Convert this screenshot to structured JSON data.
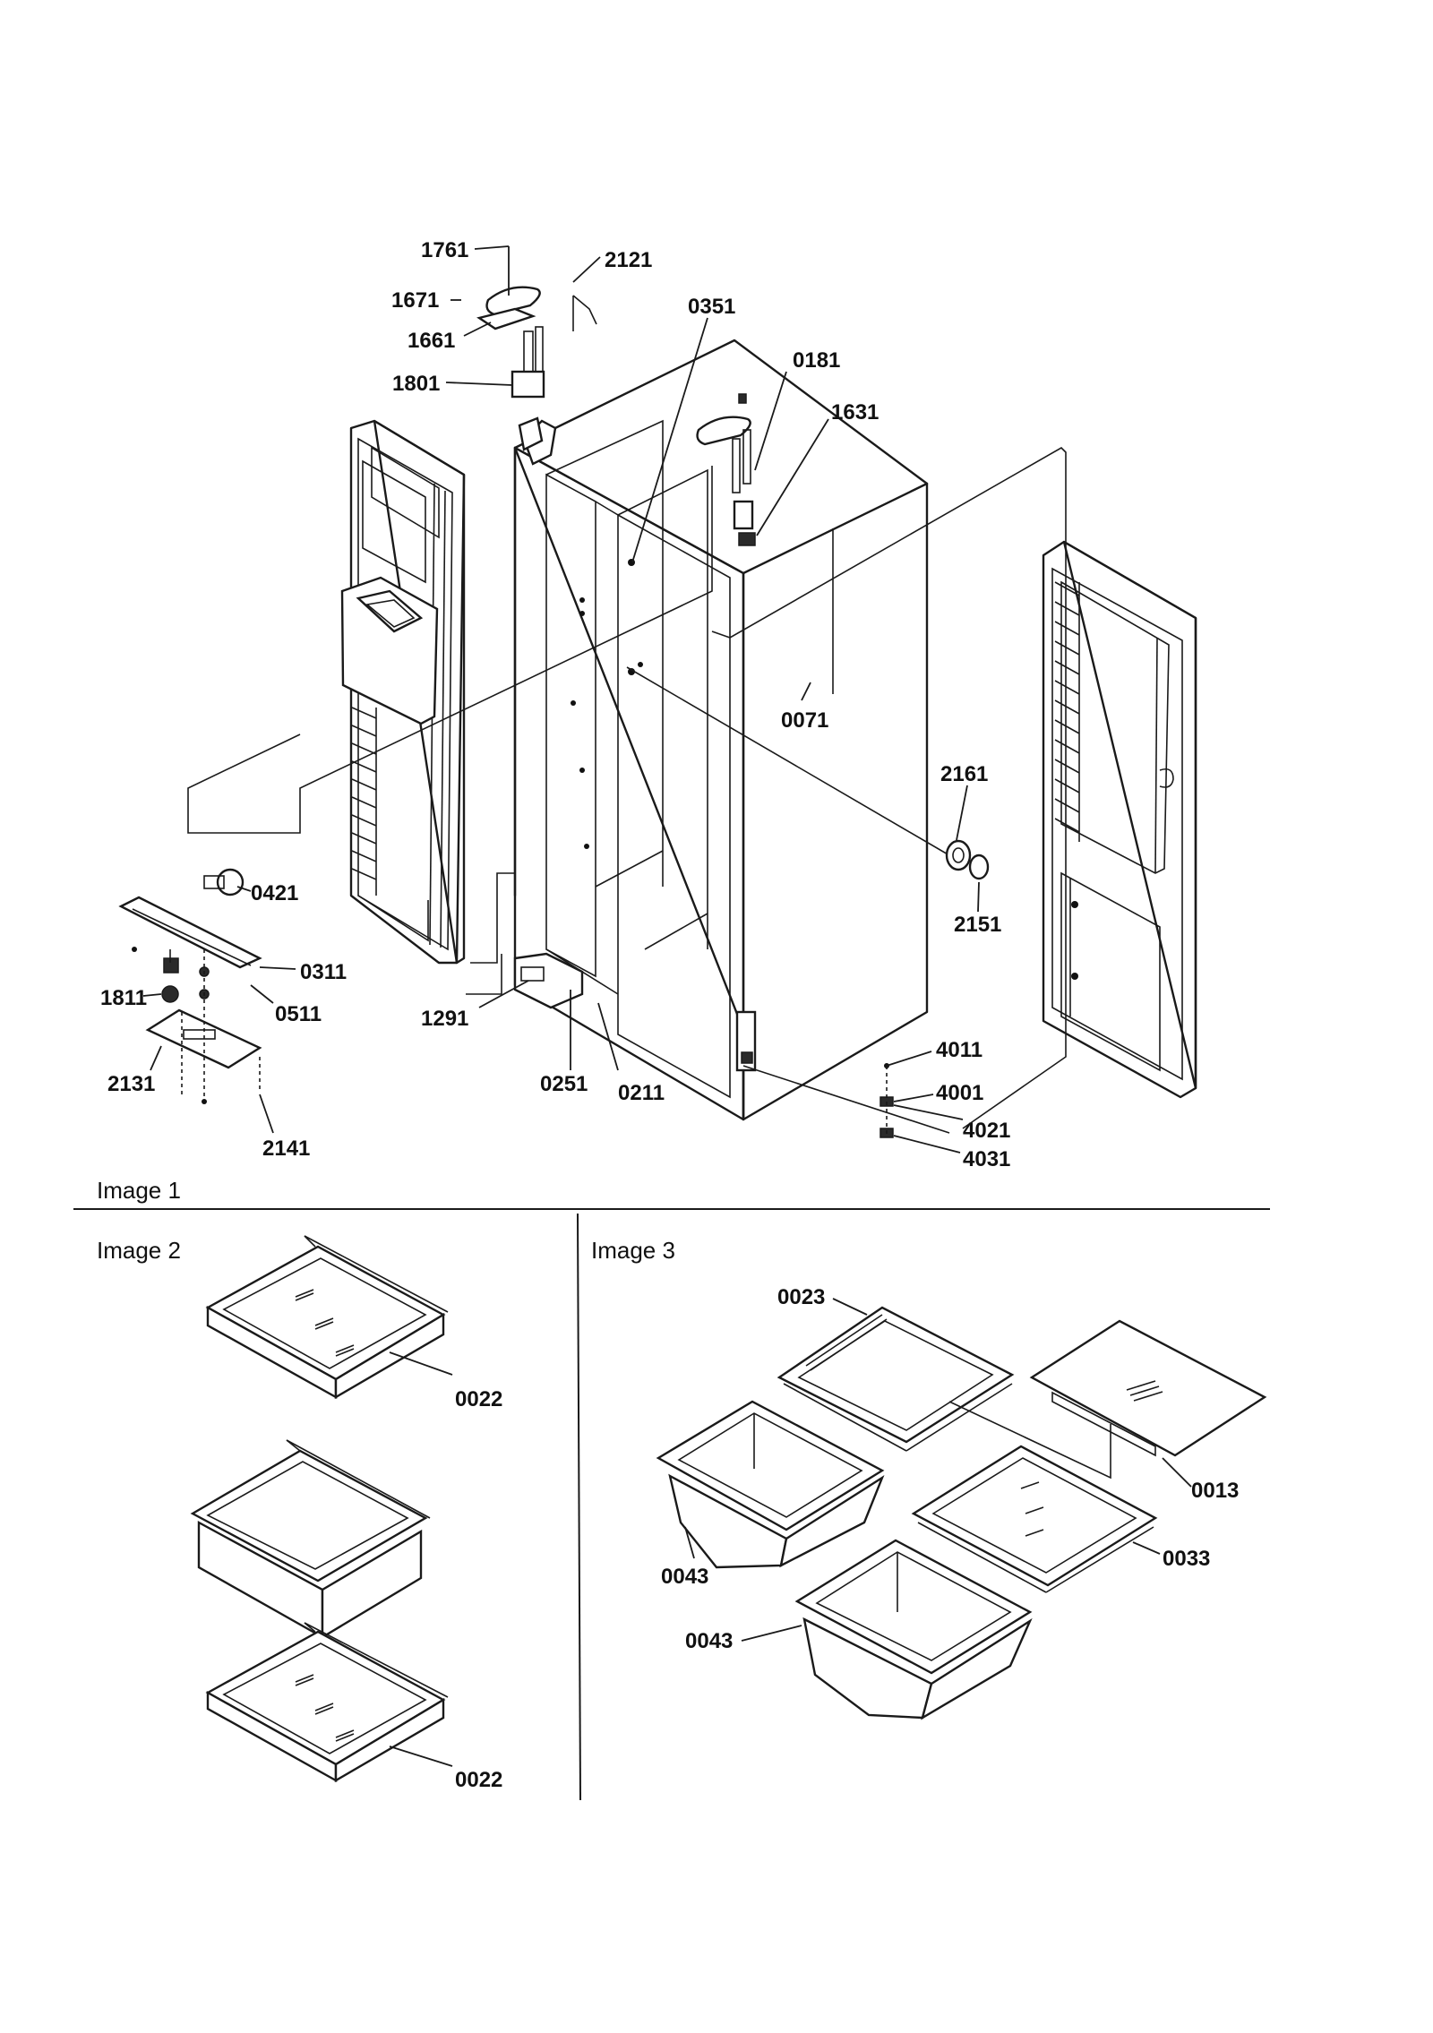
{
  "sections": {
    "image1_title": "Image 1",
    "image2_title": "Image 2",
    "image3_title": "Image 3"
  },
  "callouts": {
    "c1761": "1761",
    "c2121": "2121",
    "c1671": "1671",
    "c1661": "1661",
    "c1801": "1801",
    "c0351": "0351",
    "c0181": "0181",
    "c1631": "1631",
    "c0071": "0071",
    "c2161": "2161",
    "c2151": "2151",
    "c0421": "0421",
    "c0311": "0311",
    "c0511": "0511",
    "c1811": "1811",
    "c1291": "1291",
    "c0251": "0251",
    "c0211": "0211",
    "c2131": "2131",
    "c2141": "2141",
    "c4011": "4011",
    "c4001": "4001",
    "c4021": "4021",
    "c4031": "4031",
    "c0022a": "0022",
    "c0022b": "0022",
    "c0023": "0023",
    "c0013": "0013",
    "c0043a": "0043",
    "c0033": "0033",
    "c0043b": "0043"
  }
}
